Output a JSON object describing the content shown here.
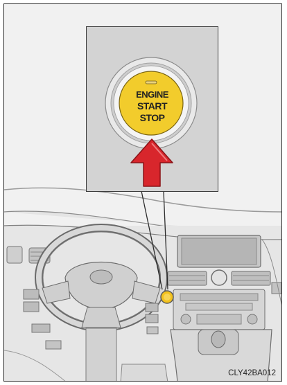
{
  "button": {
    "line1": "ENGINE",
    "line2": "START",
    "line3": "STOP"
  },
  "figure_code": "CLY42BA012",
  "colors": {
    "button_face": "#f2cc2c",
    "arrow": "#d8262c",
    "indicator": "#f3c21e",
    "inset_background": "#d3d3d3",
    "frame_background": "#f1f1f1"
  },
  "icons": {
    "arrow": "red-up-arrow-icon",
    "indicator": "start-button-location-icon"
  }
}
